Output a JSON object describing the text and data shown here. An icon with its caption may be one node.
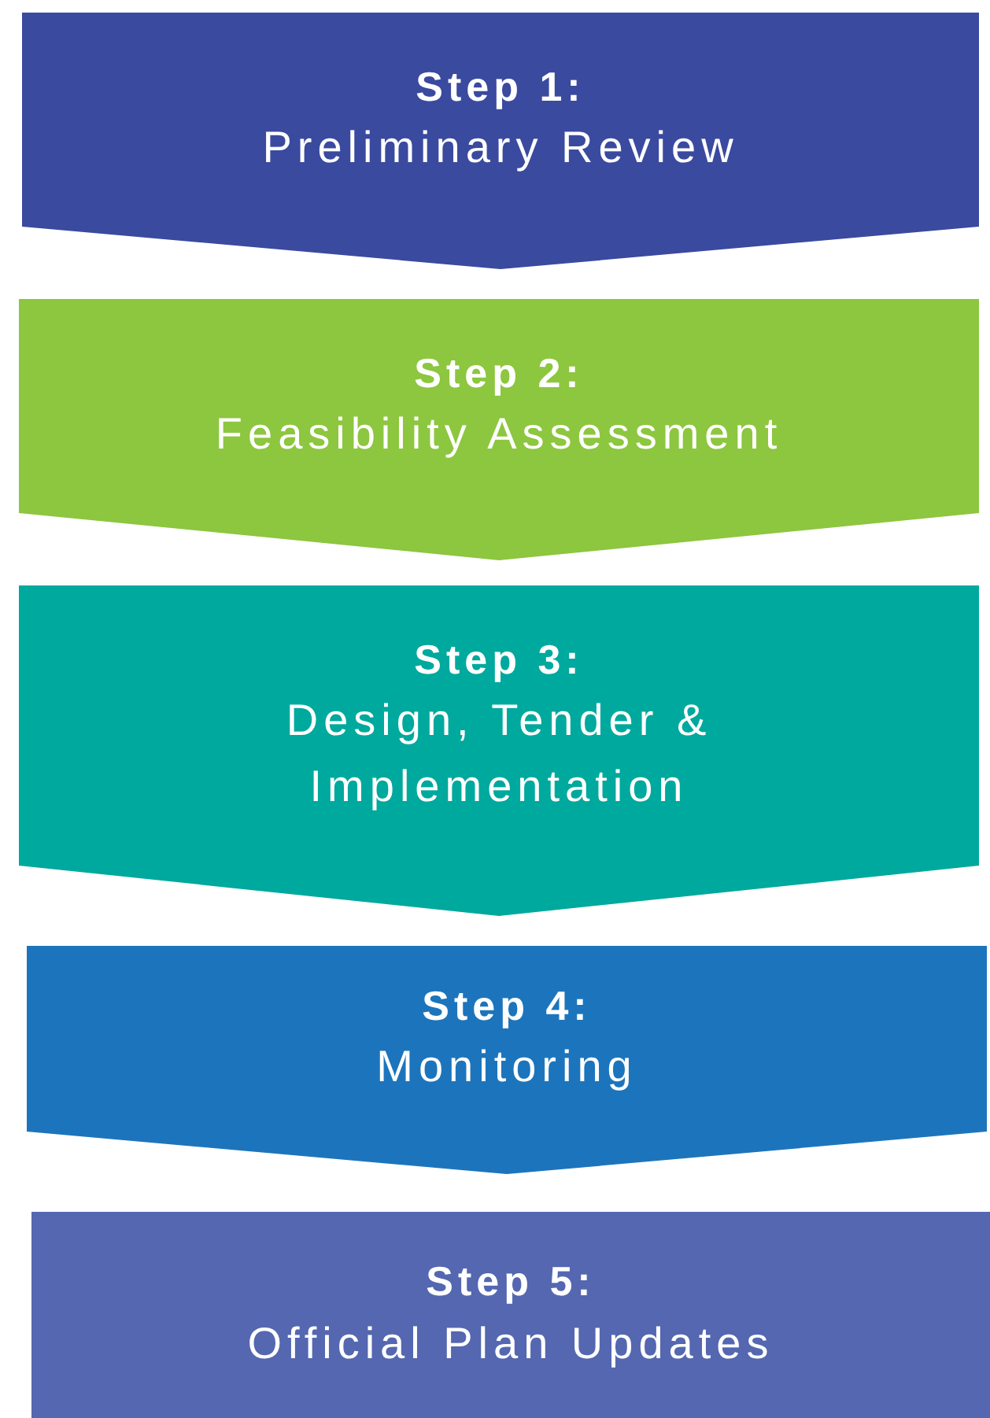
{
  "diagram": {
    "nodes": [
      {
        "text": [
          "Step 1:",
          "Preliminary Review"
        ]
      },
      {
        "text": [
          "Step 2:",
          "Feasibility Assessment"
        ]
      },
      {
        "text": [
          "Step 3:",
          "Design, Tender & Implementation"
        ]
      },
      {
        "text": [
          "Step 4:",
          "Monitoring"
        ]
      },
      {
        "text": [
          "Step 5:",
          "Official Plan Updates"
        ]
      }
    ]
  }
}
